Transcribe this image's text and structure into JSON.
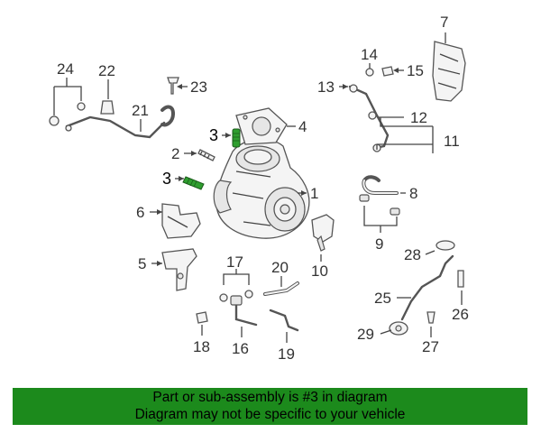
{
  "diagram": {
    "callouts": [
      {
        "id": "1",
        "label": "1"
      },
      {
        "id": "2",
        "label": "2"
      },
      {
        "id": "3a",
        "label": "3"
      },
      {
        "id": "3b",
        "label": "3"
      },
      {
        "id": "4",
        "label": "4"
      },
      {
        "id": "5",
        "label": "5"
      },
      {
        "id": "6",
        "label": "6"
      },
      {
        "id": "7",
        "label": "7"
      },
      {
        "id": "8",
        "label": "8"
      },
      {
        "id": "9",
        "label": "9"
      },
      {
        "id": "10",
        "label": "10"
      },
      {
        "id": "11",
        "label": "11"
      },
      {
        "id": "12",
        "label": "12"
      },
      {
        "id": "13",
        "label": "13"
      },
      {
        "id": "14",
        "label": "14"
      },
      {
        "id": "15",
        "label": "15"
      },
      {
        "id": "16",
        "label": "16"
      },
      {
        "id": "17",
        "label": "17"
      },
      {
        "id": "18",
        "label": "18"
      },
      {
        "id": "19",
        "label": "19"
      },
      {
        "id": "20",
        "label": "20"
      },
      {
        "id": "21",
        "label": "21"
      },
      {
        "id": "22",
        "label": "22"
      },
      {
        "id": "23",
        "label": "23"
      },
      {
        "id": "24",
        "label": "24"
      },
      {
        "id": "25",
        "label": "25"
      },
      {
        "id": "26",
        "label": "26"
      },
      {
        "id": "27",
        "label": "27"
      },
      {
        "id": "28",
        "label": "28"
      },
      {
        "id": "29",
        "label": "29"
      }
    ],
    "highlight_color": "#2e9e2e"
  },
  "banner": {
    "line1": "Part or sub-assembly is #3 in diagram",
    "line2": "Diagram may not be specific to your vehicle",
    "color": "#1c8a1c"
  }
}
